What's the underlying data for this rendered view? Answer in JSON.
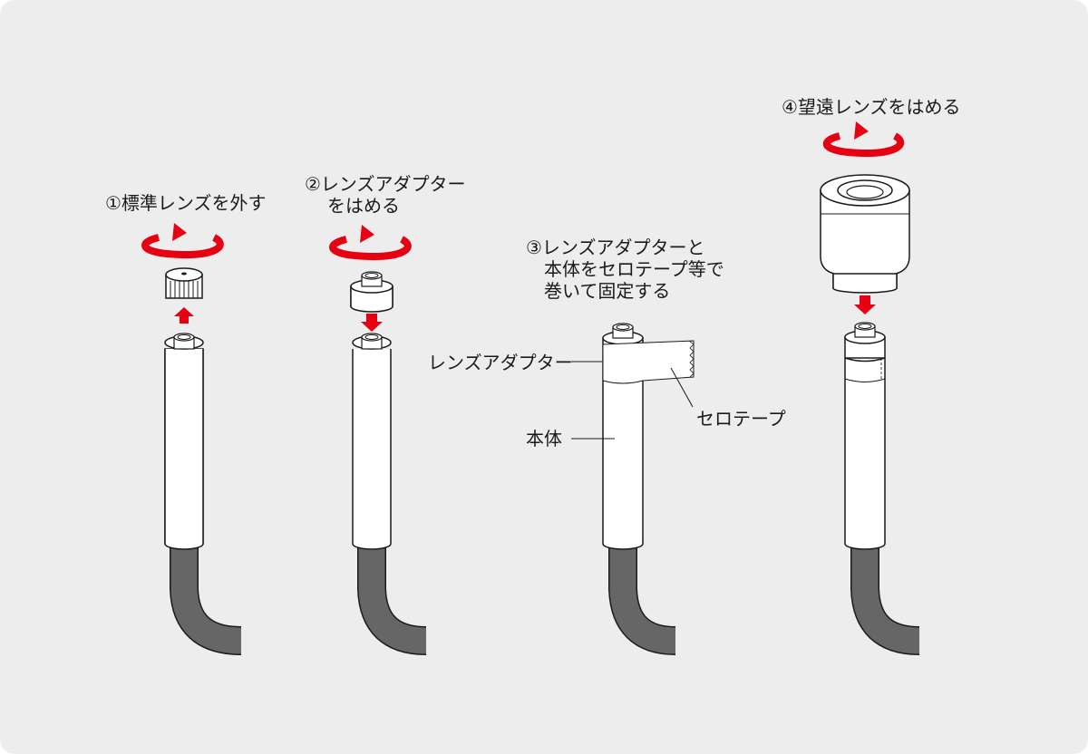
{
  "steps": [
    {
      "title": "①標準レンズを外す"
    },
    {
      "title_line1": "②レンズアダプター",
      "title_line2": "をはめる"
    },
    {
      "title_line1": "③レンズアダプターと",
      "title_line2": "本体をセロテープ等で",
      "title_line3": "巻いて固定する"
    },
    {
      "title": "④望遠レンズをはめる"
    }
  ],
  "callouts": {
    "lens_adapter": "レンズアダプター",
    "cellotape": "セロテープ",
    "body": "本体"
  },
  "colors": {
    "background": "#ededed",
    "arrow_red": "#e60012",
    "cable": "#666666",
    "outline": "#1a1a1a",
    "part_fill": "#ffffff"
  },
  "icons": [
    "rotate-arrow-icon",
    "up-arrow-icon",
    "down-arrow-icon"
  ]
}
